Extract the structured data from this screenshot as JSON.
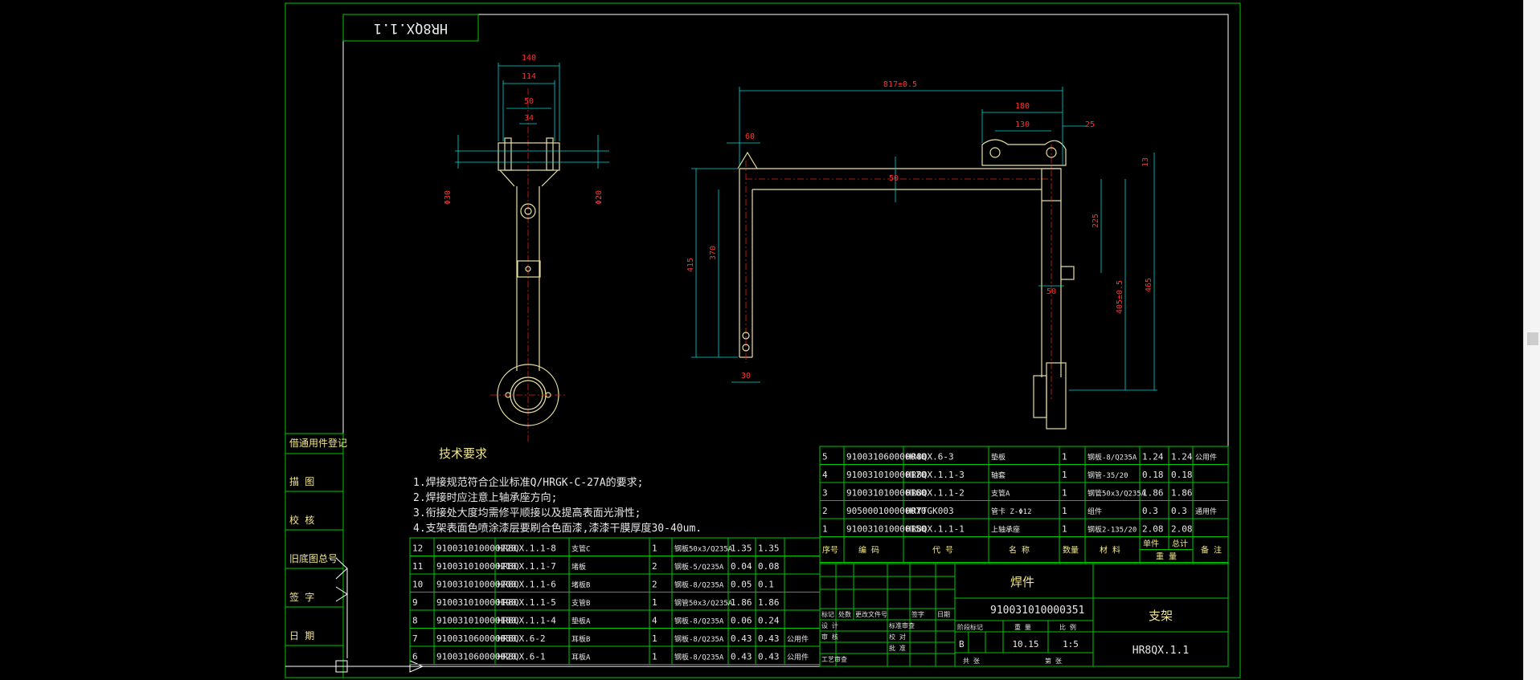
{
  "drawing": {
    "code_mirrored": "HR8QX.1.1",
    "tech_title": "技术要求",
    "tech_notes": [
      "1.焊接规范符合企业标准Q/HRGK-C-27A的要求;",
      "2.焊接时应注意上轴承座方向;",
      "3.衔接处大度均需修平顺接以及提高表面光滑性;",
      "4.支架表面色喷涂漆层要刷合色面漆,漆漆干膜厚度30-40um."
    ]
  },
  "dims_left": [
    "140",
    "114",
    "50",
    "34",
    "Φ30",
    "Φ20"
  ],
  "dims_right": [
    "817±0.5",
    "180",
    "130",
    "25",
    "60",
    "50",
    "415",
    "370",
    "30",
    "225",
    "50",
    "405±0.5",
    "465",
    "13"
  ],
  "bom_bottom": [
    {
      "no": "12",
      "code": "910031010000220",
      "name": "HR8QX.1.1-8",
      "part": "支管C",
      "qty": "1",
      "mat": "钢板50x3/Q235A",
      "w1": "1.35",
      "w2": "1.35",
      "note": ""
    },
    {
      "no": "11",
      "code": "910031010000210",
      "name": "HR8QX.1.1-7",
      "part": "堵板",
      "qty": "2",
      "mat": "钢板-5/Q235A",
      "w1": "0.04",
      "w2": "0.08",
      "note": ""
    },
    {
      "no": "10",
      "code": "910031010000200",
      "name": "HR8QX.1.1-6",
      "part": "堵板B",
      "qty": "2",
      "mat": "钢板-8/Q235A",
      "w1": "0.05",
      "w2": "0.1",
      "note": ""
    },
    {
      "no": "9",
      "code": "910031010000190",
      "name": "HR8QX.1.1-5",
      "part": "支管B",
      "qty": "1",
      "mat": "钢管50x3/Q235A",
      "w1": "1.86",
      "w2": "1.86",
      "note": ""
    },
    {
      "no": "8",
      "code": "910031010000180",
      "name": "HR8QX.1.1-4",
      "part": "垫板A",
      "qty": "4",
      "mat": "钢板-8/Q235A",
      "w1": "0.06",
      "w2": "0.24",
      "note": ""
    },
    {
      "no": "7",
      "code": "910031060000030",
      "name": "HR8QX.6-2",
      "part": "耳板B",
      "qty": "1",
      "mat": "钢板-8/Q235A",
      "w1": "0.43",
      "w2": "0.43",
      "note": "公用件"
    },
    {
      "no": "6",
      "code": "910031060000020",
      "name": "HR8QX.6-1",
      "part": "耳板A",
      "qty": "1",
      "mat": "钢板-8/Q235A",
      "w1": "0.43",
      "w2": "0.43",
      "note": "公用件"
    }
  ],
  "bom_top": [
    {
      "no": "5",
      "code": "910031060000040",
      "name": "HR8QX.6-3",
      "part": "垫板",
      "qty": "1",
      "mat": "钢板-8/Q235A",
      "w1": "1.24",
      "w2": "1.24",
      "note": "公用件"
    },
    {
      "no": "4",
      "code": "910031010000170",
      "name": "HR8QX.1.1-3",
      "part": "轴套",
      "qty": "1",
      "mat": "钢管-35/20",
      "w1": "0.18",
      "w2": "0.18",
      "note": ""
    },
    {
      "no": "3",
      "code": "910031010000160",
      "name": "HR8QX.1.1-2",
      "part": "支管A",
      "qty": "1",
      "mat": "钢管50x3/Q235A",
      "w1": "1.86",
      "w2": "1.86",
      "note": ""
    },
    {
      "no": "2",
      "code": "905000100000070",
      "name": "HRYTGK003",
      "part": "管卡 Z-Φ12",
      "qty": "1",
      "mat": "组件",
      "w1": "0.3",
      "w2": "0.3",
      "note": "通用件"
    },
    {
      "no": "1",
      "code": "910031010000150",
      "name": "HR8QX.1.1-1",
      "part": "上轴承座",
      "qty": "1",
      "mat": "钢板2-135/20",
      "w1": "2.08",
      "w2": "2.08",
      "note": ""
    }
  ],
  "bom_header": {
    "no": "序号",
    "code": "编 码",
    "name": "代 号",
    "part": "名 称",
    "qty": "数量",
    "mat": "材 料",
    "w1": "单件",
    "w2": "总计",
    "wt": "重 量",
    "note": "备 注"
  },
  "title_block": {
    "weld": "焊件",
    "code": "910031010000351",
    "name": "支架",
    "drawing_no": "HR8QX.1.1",
    "stage": "B",
    "weight": "10.15",
    "scale": "1:5",
    "stage_label": "阶段标记",
    "weight_label": "重 量",
    "scale_label": "比 例",
    "sheet_a": "共 张",
    "sheet_b": "第 张",
    "rev_labels": [
      "标记",
      "处数",
      "更改文件号",
      "签字",
      "日期"
    ],
    "role_labels": [
      "设 计",
      "审 核",
      "工艺审查"
    ],
    "role_labels2": [
      "标准审查",
      "校 对",
      "批 准"
    ]
  },
  "left_stamp": [
    "借通用件登记",
    "描 图",
    "校 核",
    "旧底图总号",
    "签 字",
    "日 期"
  ]
}
